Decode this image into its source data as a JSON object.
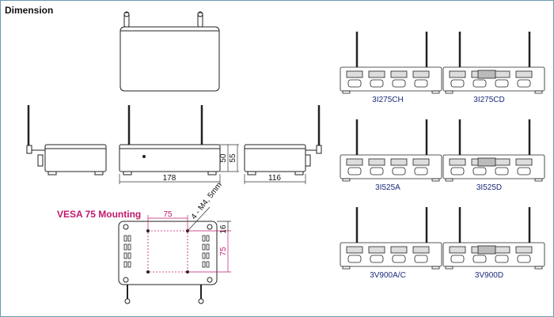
{
  "header": {
    "title": "Dimension"
  },
  "vesa": {
    "title": "VESA 75 Mounting",
    "hole_spec": "4 - M4, 5mm",
    "width_value": "75",
    "height_value": "75",
    "offset_value": "16"
  },
  "dimensions": {
    "depth": "178",
    "width": "116",
    "height_outer": "55",
    "height_inner": "50"
  },
  "models": [
    {
      "name": "3I275CH"
    },
    {
      "name": "3I275CD"
    },
    {
      "name": "3I525A"
    },
    {
      "name": "3I525D"
    },
    {
      "name": "3V900A/C"
    },
    {
      "name": "3V900D"
    }
  ]
}
